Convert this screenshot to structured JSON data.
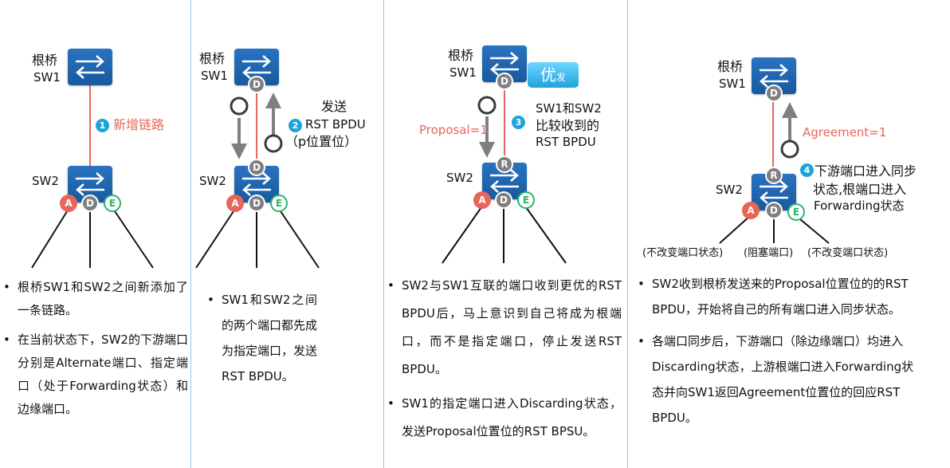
{
  "panel1": {
    "root_label": "根桥",
    "sw1": "SW1",
    "sw2": "SW2",
    "step": "1",
    "link_label": "新增链路",
    "ports": [
      "A",
      "D",
      "E"
    ],
    "bullets": [
      "根桥SW1和SW2之间新添加了一条链路。",
      "在当前状态下，SW2的下游端口分别是Alternate端口、指定端口（处于Forwarding状态）和边缘端口。"
    ]
  },
  "panel2": {
    "root_label": "根桥",
    "sw1": "SW1",
    "sw2": "SW2",
    "port_top": "D",
    "port_sw2_top": "D",
    "step": "2",
    "send_line1": "发送",
    "send_line2": "RST  BPDU",
    "send_line3": "（p位置位）",
    "ports": [
      "A",
      "D",
      "E"
    ],
    "bullets": [
      "SW1和SW2之间的两个端口都先成为指定端口，发送 RST BPDU。"
    ]
  },
  "panel3": {
    "root_label": "根桥",
    "sw1": "SW1",
    "sw2": "SW2",
    "port_top": "D",
    "port_sw2_top": "R",
    "badge_main": "优",
    "badge_sub": "发",
    "proposal": "Proposal=1",
    "step": "3",
    "cmp_line1": "SW1和SW2",
    "cmp_line2": "比较收到的",
    "cmp_line3": "RST BPDU",
    "ports": [
      "A",
      "D",
      "E"
    ],
    "bullets": [
      "SW2与SW1互联的端口收到更优的RST  BPDU后，马上意识到自己将成为根端口，而不是指定端口，停止发送RST BPDU。",
      "SW1的指定端口进入Discarding状态，发送Proposal位置位的RST BPSU。"
    ]
  },
  "panel4": {
    "root_label": "根桥",
    "sw1": "SW1",
    "sw2": "SW2",
    "port_top": "D",
    "port_sw2_top": "R",
    "agreement": "Agreement=1",
    "step": "4",
    "sync_line1": "下游端口进入同步",
    "sync_line2": "状态,根端口进入",
    "sync_line3": "Forwarding状态",
    "ports": [
      "A",
      "D",
      "E"
    ],
    "state_left": "(不改变端口状态)",
    "state_mid": "(阻塞端口)",
    "state_right": "(不改变端口状态)",
    "bullets": [
      "SW2收到根桥发送来的Proposal位置位的的RST  BPDU，开始将自己的所有端口进入同步状态。",
      "各端口同步后，下游端口（除边缘端口）均进入Discarding状态，上游根端口进入Forwarding状态并向SW1返回Agreement位置位的回应RST BPDU。"
    ]
  },
  "colors": {
    "switch_blue": "#1f66b0",
    "link_red": "#e8655a",
    "arrow_gray": "#7f7f7f",
    "step_cyan": "#1fa3dc",
    "edge_green": "#2bb36b",
    "divider_blue": "#9dc3e6"
  }
}
